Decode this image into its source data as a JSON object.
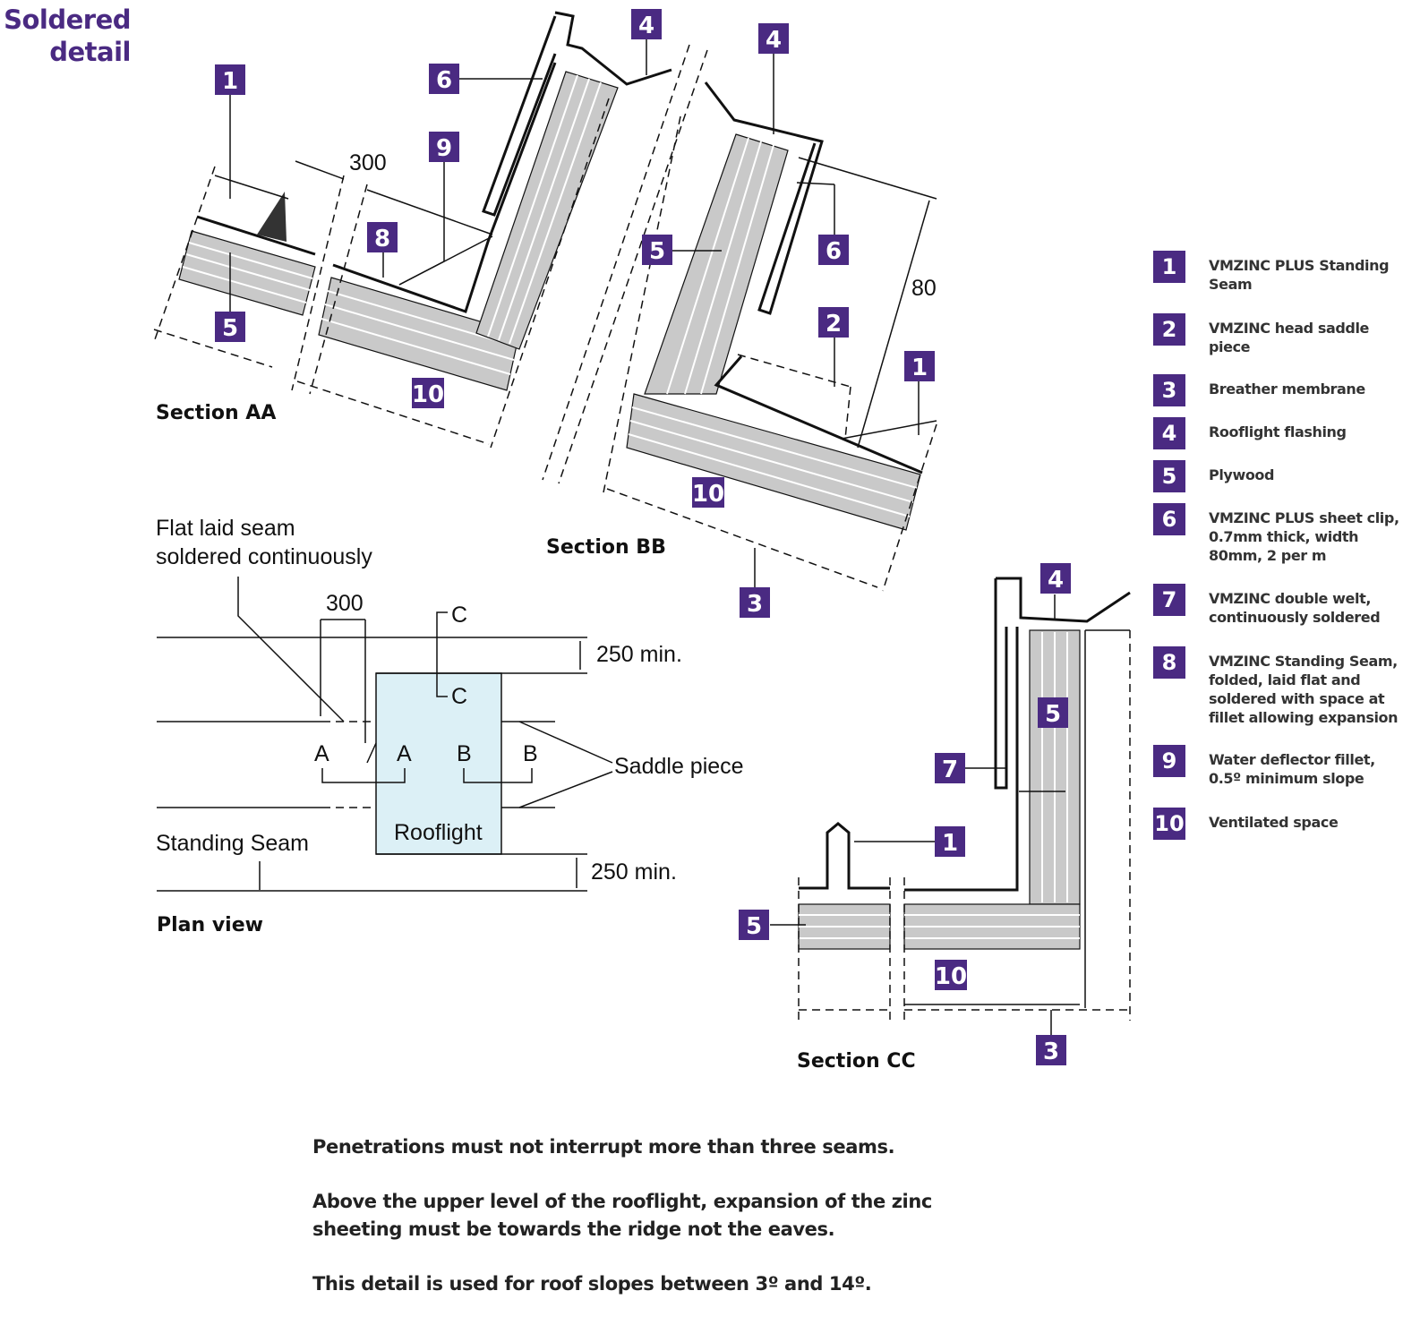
{
  "title": {
    "line1": "Soldered",
    "line2": "detail"
  },
  "colors": {
    "accent": "#4a2a82",
    "rooflight_fill": "#dcf0f6",
    "plywood_fill": "#c9c9c9"
  },
  "sections": {
    "aa": {
      "label": "Section AA",
      "dim_300": "300"
    },
    "bb": {
      "label": "Section BB",
      "dim_80": "80"
    },
    "cc": {
      "label": "Section CC"
    },
    "plan": {
      "label": "Plan view",
      "dim_300": "300",
      "dim_250_top": "250 min.",
      "dim_250_bottom": "250 min.",
      "flat_seam_line1": "Flat laid seam",
      "flat_seam_line2": "soldered continuously",
      "saddle_piece": "Saddle piece",
      "standing_seam": "Standing Seam",
      "rooflight": "Rooflight",
      "cut_a1": "A",
      "cut_a2": "A",
      "cut_b1": "B",
      "cut_b2": "B",
      "cut_c1": "C",
      "cut_c2": "C"
    }
  },
  "tags": {
    "t1": "1",
    "t2": "2",
    "t3": "3",
    "t4": "4",
    "t5": "5",
    "t6": "6",
    "t7": "7",
    "t8": "8",
    "t9": "9",
    "t10": "10"
  },
  "legend": [
    {
      "num": "1",
      "text": "VMZINC PLUS Standing Seam"
    },
    {
      "num": "2",
      "text": "VMZINC head saddle piece"
    },
    {
      "num": "3",
      "text": "Breather membrane"
    },
    {
      "num": "4",
      "text": "Rooflight flashing"
    },
    {
      "num": "5",
      "text": "Plywood"
    },
    {
      "num": "6",
      "text": "VMZINC PLUS sheet clip, 0.7mm thick, width 80mm, 2 per m"
    },
    {
      "num": "7",
      "text": "VMZINC double welt, continuously soldered"
    },
    {
      "num": "8",
      "text": "VMZINC Standing Seam, folded, laid flat and soldered with space at fillet allowing expansion"
    },
    {
      "num": "9",
      "text": "Water deflector fillet, 0.5º minimum slope"
    },
    {
      "num": "10",
      "text": "Ventilated space"
    }
  ],
  "notes": [
    "Penetrations must not interrupt more than three seams.",
    "Above the upper level of the rooflight, expansion of the zinc sheeting must be towards the ridge not the eaves.",
    "This detail is used for roof slopes between 3º and 14º."
  ]
}
